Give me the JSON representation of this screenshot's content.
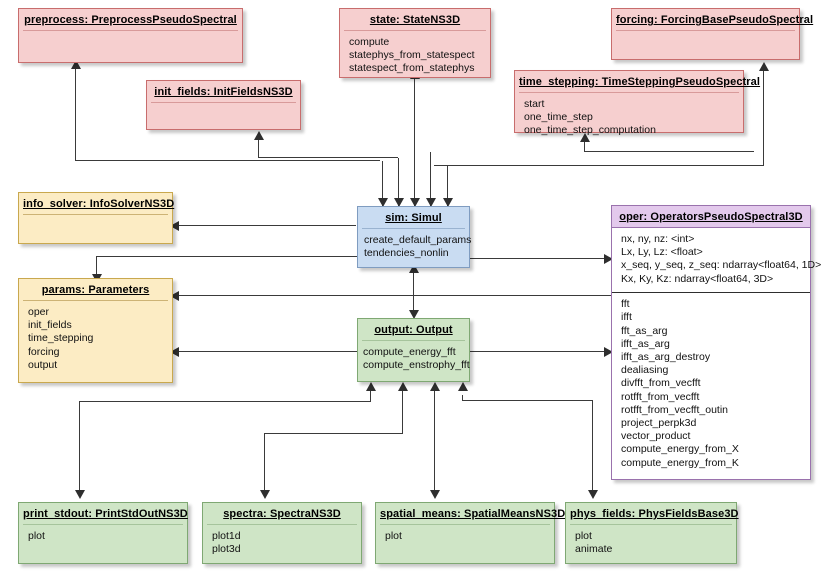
{
  "diagram": {
    "title": "FluidSim Navier-Stokes 3D solver class diagram",
    "colors": {
      "pink": "#f6cfcf",
      "pink_border": "#c86d6d",
      "yellow": "#fcecc4",
      "yellow_border": "#c9a84e",
      "blue": "#c9dcf2",
      "blue_border": "#7f9cc0",
      "green": "#cfe5c6",
      "green_border": "#7fa873",
      "purple_header": "#e3c9ec",
      "purple_border": "#9a72ad",
      "connector": "#3a3a3a"
    }
  },
  "classes": {
    "preprocess": {
      "header": "preprocess: PreprocessPseudoSpectral",
      "members": []
    },
    "init_fields": {
      "header": "init_fields: InitFieldsNS3D",
      "members": []
    },
    "state": {
      "header": "state: StateNS3D",
      "members": [
        "compute",
        "statephys_from_statespect",
        "statespect_from_statephys"
      ]
    },
    "forcing": {
      "header": "forcing: ForcingBasePseudoSpectral",
      "members": []
    },
    "time_stepping": {
      "header": "time_stepping: TimeSteppingPseudoSpectral",
      "members": [
        "start",
        "one_time_step",
        "one_time_step_computation"
      ]
    },
    "info_solver": {
      "header": "info_solver: InfoSolverNS3D",
      "members": []
    },
    "sim": {
      "header": "sim: Simul",
      "members": [
        "create_default_params",
        "tendencies_nonlin"
      ]
    },
    "oper": {
      "header": "oper: OperatorsPseudoSpectral3D",
      "attributes": [
        "nx, ny, nz: <int>",
        "Lx, Ly, Lz: <float>",
        "x_seq, y_seq, z_seq: ndarray<float64, 1D>",
        "Kx, Ky, Kz: ndarray<float64, 3D>"
      ],
      "methods": [
        "fft",
        "ifft",
        "fft_as_arg",
        "ifft_as_arg",
        "ifft_as_arg_destroy",
        "dealiasing",
        "divfft_from_vecfft",
        "rotfft_from_vecfft",
        "rotfft_from_vecfft_outin",
        "project_perpk3d",
        "vector_product",
        "compute_energy_from_X",
        "compute_energy_from_K"
      ]
    },
    "params": {
      "header": "params: Parameters",
      "members": [
        "oper",
        "init_fields",
        "time_stepping",
        "forcing",
        "output"
      ]
    },
    "output": {
      "header": "output: Output",
      "members": [
        "compute_energy_fft",
        "compute_enstrophy_fft"
      ]
    },
    "print_stdout": {
      "header": "print_stdout: PrintStdOutNS3D",
      "members": [
        "plot"
      ]
    },
    "spectra": {
      "header": "spectra: SpectraNS3D",
      "members": [
        "plot1d",
        "plot3d"
      ]
    },
    "spatial_means": {
      "header": "spatial_means: SpatialMeansNS3D",
      "members": [
        "plot"
      ]
    },
    "phys_fields": {
      "header": "phys_fields: PhysFieldsBase3D",
      "members": [
        "plot",
        "animate"
      ]
    }
  }
}
